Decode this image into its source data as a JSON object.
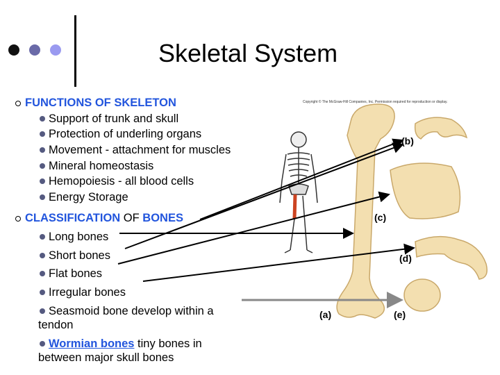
{
  "title": "Skeletal System",
  "colors": {
    "dot1": "#111111",
    "dot2": "#6a6aa8",
    "dot3": "#9a9af0",
    "heading": "#2255dd",
    "bone": "#f3dfb0",
    "bone_edge": "#c9a86a",
    "femur": "#cc4422"
  },
  "section1": {
    "heading": "FUNCTIONS OF SKELETON",
    "items": [
      "Support of trunk and skull",
      "Protection of underling organs",
      "Movement - attachment for muscles",
      "Mineral homeostasis",
      "Hemopoiesis - all blood cells",
      "Energy Storage"
    ]
  },
  "section2": {
    "heading_part1": "CLASSIFICATION",
    "heading_part2": " OF ",
    "heading_part3": "BONES",
    "items": [
      "Long bones",
      "Short bones",
      "Flat bones",
      "Irregular bones",
      "Seasmoid bone develop within a tendon"
    ],
    "wormian_link": " Wormian bones",
    "wormian_rest": " tiny bones in between major skull bones"
  },
  "figure": {
    "copyright": "Copyright © The McGraw-Hill Companies, Inc. Permission required for reproduction or display.",
    "labels": {
      "a": "(a)",
      "b": "(b)",
      "c": "(c)",
      "d": "(d)",
      "e": "(e)"
    }
  }
}
